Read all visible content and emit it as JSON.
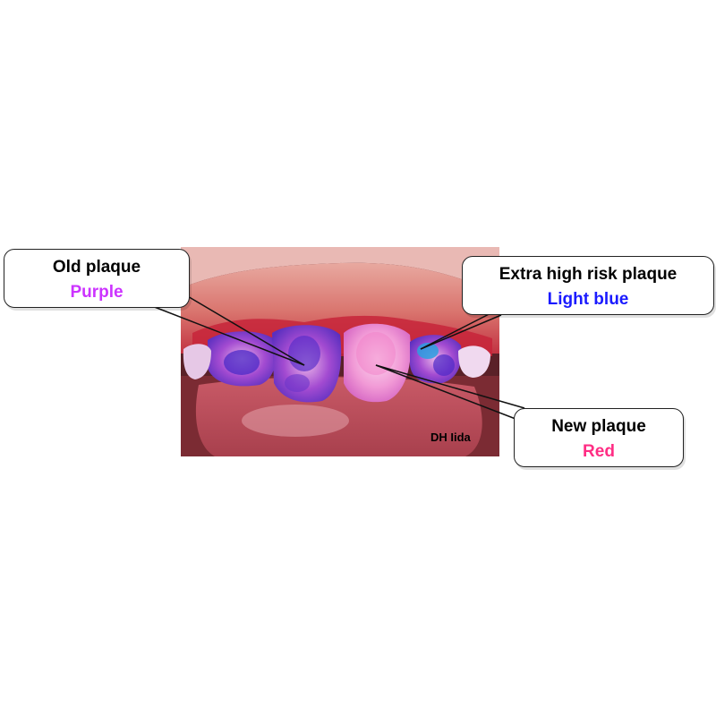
{
  "callouts": {
    "old": {
      "title": "Old plaque",
      "value": "Purple",
      "color": "#cc33ff"
    },
    "extra": {
      "title": "Extra high risk plaque",
      "value": "Light blue",
      "color": "#1a1aff"
    },
    "new": {
      "title": "New plaque",
      "value": "Red",
      "color": "#ff2d84"
    }
  },
  "credit": "DH Iida"
}
